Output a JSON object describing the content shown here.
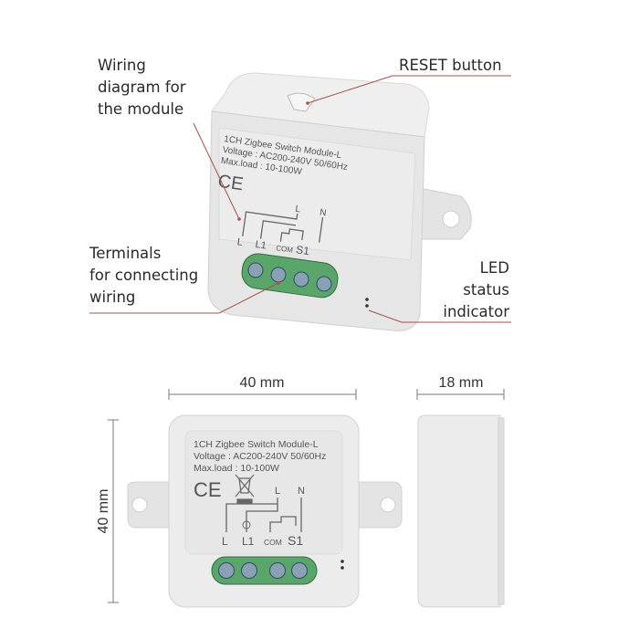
{
  "callouts": {
    "wiring_diagram": [
      "Wiring",
      "diagram for",
      "the module"
    ],
    "reset_button": "RESET button",
    "terminals": [
      "Terminals",
      "for connecting",
      "wiring"
    ],
    "led": [
      "LED",
      "status",
      "indicator"
    ]
  },
  "module_label": {
    "title": "1CH Zigbee Switch Module-L",
    "voltage": "Voltage : AC200-240V 50/60Hz",
    "max_load": "Max.load : 10-100W",
    "ce_mark": "CE",
    "terminal_L_top": "L",
    "terminal_N": "N",
    "terminal_L": "L",
    "terminal_L1": "L1",
    "terminal_COM": "COM",
    "terminal_S1": "S1"
  },
  "dimensions": {
    "width": "40 mm",
    "depth": "18 mm",
    "height": "40 mm"
  },
  "colors": {
    "leader": "#a3534c",
    "housing": "#e9e9e9",
    "terminal_block": "#5aa56a"
  }
}
